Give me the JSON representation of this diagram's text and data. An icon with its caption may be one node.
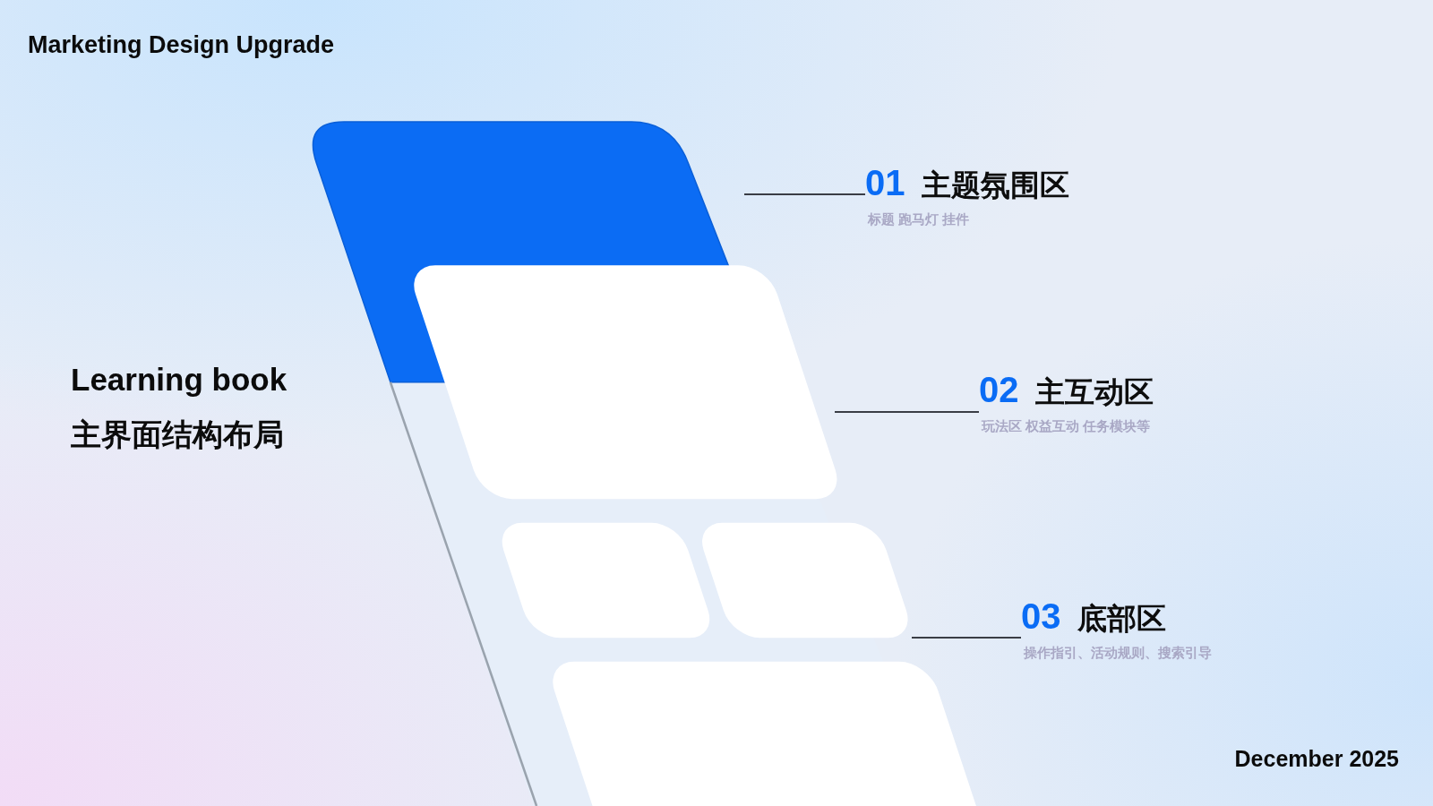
{
  "diagram": {
    "title": "Marketing Design Upgrade",
    "nodes": [
      {
        "text": [
          "01",
          "主题氛围区",
          "标题 跑马灯 挂件"
        ]
      },
      {
        "text": [
          "02",
          "主互动区",
          "玩法区 权益互动 任务模块等"
        ]
      },
      {
        "text": [
          "03",
          "底部区",
          "操作指引、活动规则、搜索引导"
        ]
      }
    ],
    "edges": [
      {
        "from": 0,
        "to": null,
        "arrow": "none"
      },
      {
        "from": 1,
        "to": null,
        "arrow": "none"
      },
      {
        "from": 2,
        "to": null,
        "arrow": "none"
      }
    ],
    "labels": [
      "Learning book",
      "主界面结构布局",
      "December 2025"
    ]
  }
}
